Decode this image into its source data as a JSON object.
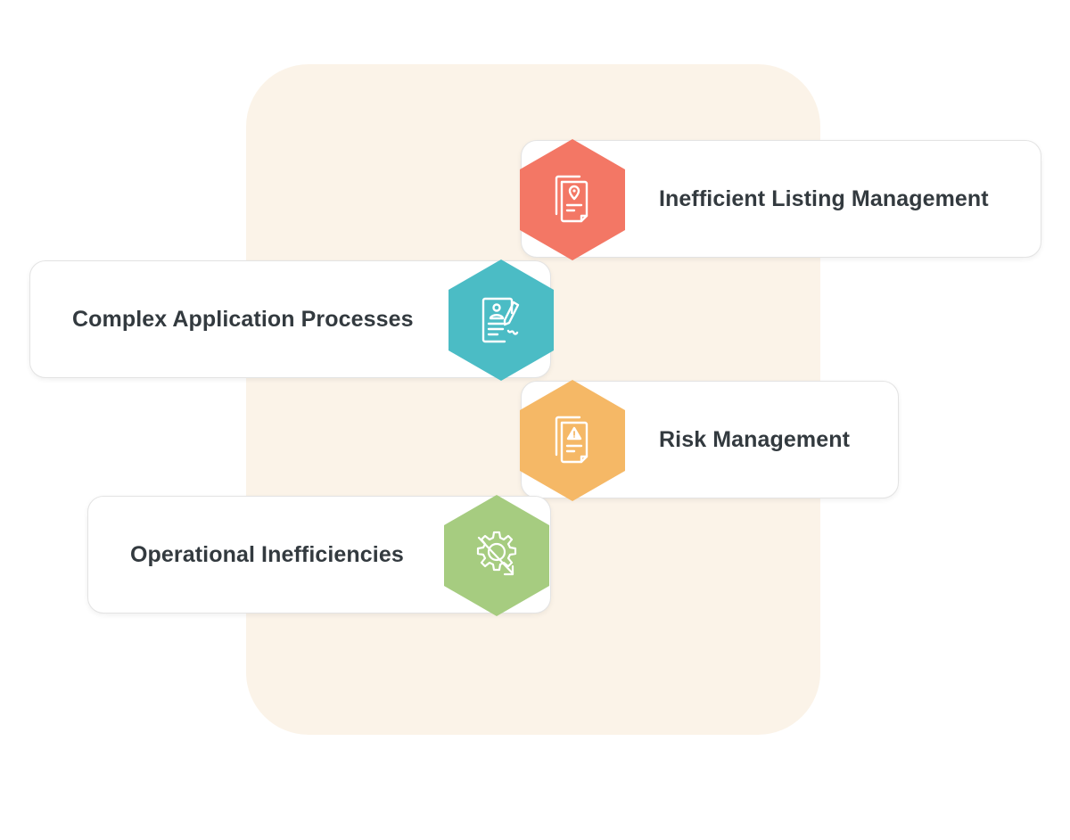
{
  "items": [
    {
      "label": "Inefficient Listing Management",
      "icon": "document-location-icon",
      "color": "#f37765"
    },
    {
      "label": "Complex Application Processes",
      "icon": "application-form-icon",
      "color": "#4bbcc5"
    },
    {
      "label": "Risk Management",
      "icon": "document-warning-icon",
      "color": "#f5b866"
    },
    {
      "label": "Operational Inefficiencies",
      "icon": "gear-decline-icon",
      "color": "#a6cc80"
    }
  ],
  "colors": {
    "backdrop": "#fbf3e8",
    "card_border": "#e3e3e3",
    "text": "#333a3f"
  }
}
